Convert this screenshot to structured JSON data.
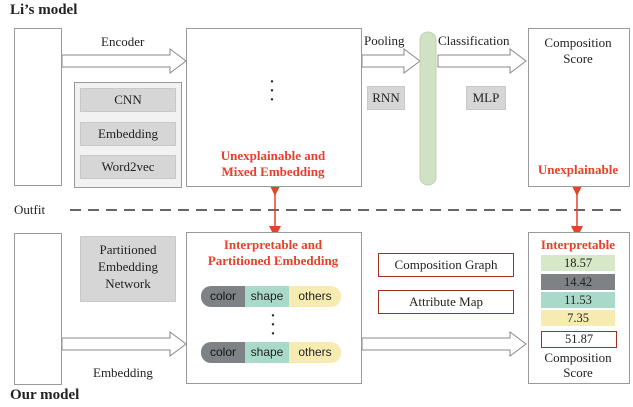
{
  "labels": {
    "li_model": "Li’s model",
    "our_model": "Our model",
    "outfit": "Outfit",
    "encoder": "Encoder",
    "pooling": "Pooling",
    "classification": "Classification",
    "embedding": "Embedding"
  },
  "top": {
    "encoders": [
      "CNN",
      "Embedding",
      "Word2vec"
    ],
    "rnn": "RNN",
    "mlp": "MLP",
    "unexplainable_embedding": [
      "Unexplainable and",
      "Mixed Embedding"
    ],
    "composition_score": [
      "Composition",
      "Score"
    ],
    "unexplainable": "Unexplainable"
  },
  "bottom": {
    "network": [
      "Partitioned",
      "Embedding",
      "Network"
    ],
    "interpretable_embedding": [
      "Interpretable and",
      "Partitioned Embedding"
    ],
    "segments": [
      "color",
      "shape",
      "others"
    ],
    "composition_graph": "Composition Graph",
    "attribute_map": "Attribute Map",
    "interpretable": "Interpretable",
    "scores": [
      "18.57",
      "14.42",
      "11.53",
      "7.35"
    ],
    "total_score": "51.87",
    "composition_score": [
      "Composition",
      "Score"
    ]
  },
  "colors": {
    "accent_red": "#e8402a",
    "bar_green": "#cfe3c4",
    "thumb_blue": "#3f7fc6",
    "seg_color": "#7f8284",
    "seg_shape": "#a9dac9",
    "seg_others": "#f6ecb2",
    "score_1": "#d7e8c8",
    "score_2": "#7f8284",
    "score_3": "#a9dac9",
    "score_4": "#f6ecb2"
  },
  "icons": [
    "hat-icon",
    "sweater-icon",
    "skirt-icon",
    "bag-icon",
    "shoes-icon",
    "thumbs-up-icon",
    "thumbs-down-icon"
  ]
}
